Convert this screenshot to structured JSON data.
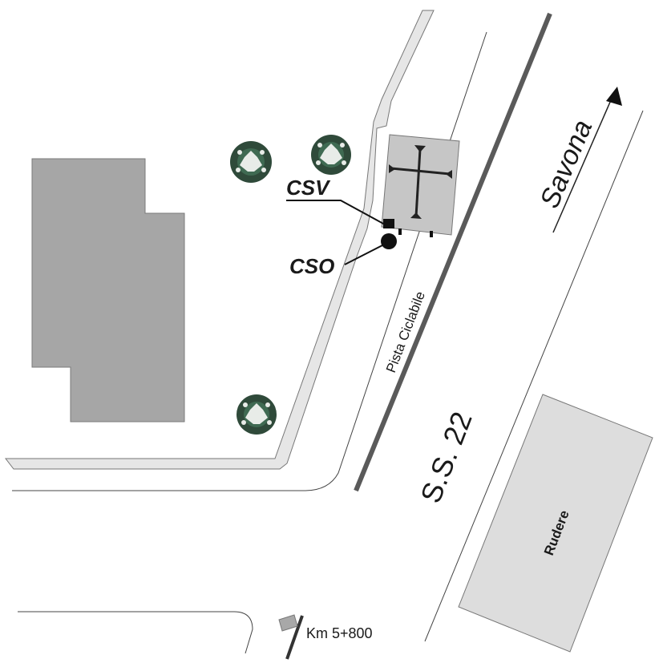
{
  "labels": {
    "csv": "CSV",
    "cso": "CSO",
    "savona": "Savona",
    "pista_ciclabile": "Pista Ciclabile",
    "road": "S.S. 22",
    "rudere": "Rudere",
    "km": "Km 5+800"
  },
  "colors": {
    "building_dark": "#a6a6a6",
    "building_light": "#dddddd",
    "cemetery": "#c6c6c6",
    "sidewalk": "#e6e6e6",
    "line": "#333333",
    "tree_dark": "#2f4a3a",
    "tree_light": "#e8ece8"
  },
  "icons": {
    "cross": "cross-icon",
    "tree": "tree-icon",
    "north_arrow": "arrow-up-right-icon",
    "km_marker": "milestone-icon"
  }
}
